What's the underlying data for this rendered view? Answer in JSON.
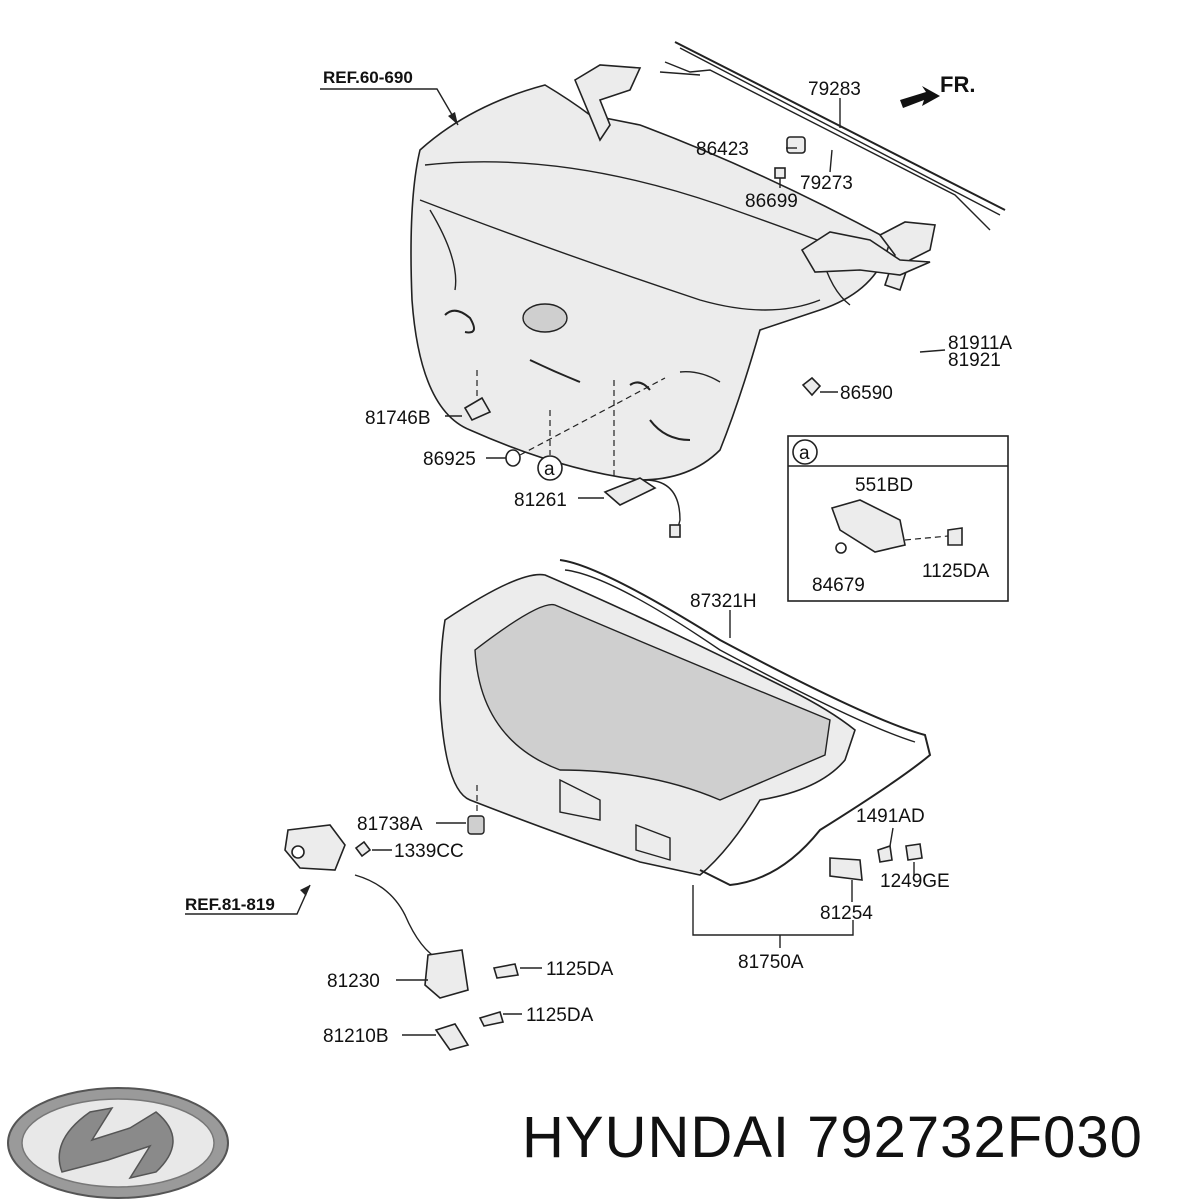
{
  "diagram": {
    "references": [
      "REF.60-690",
      "REF.81-819"
    ],
    "direction_label": "FR.",
    "callouts": [
      "79283",
      "86423",
      "79273",
      "86699",
      "81911A",
      "81921",
      "86590",
      "81746B",
      "86925",
      "81261",
      "87321H",
      "81738A",
      "1339CC",
      "1491AD",
      "1249GE",
      "81254",
      "81750A",
      "81230",
      "1125DA",
      "81210B",
      "1125DA"
    ],
    "detail_box": {
      "marker": "a",
      "parts": [
        "551BD",
        "84679",
        "1125DA"
      ]
    },
    "inline_marker": "a"
  },
  "footer": {
    "brand": "HYUNDAI",
    "part_number": "792732F030"
  }
}
